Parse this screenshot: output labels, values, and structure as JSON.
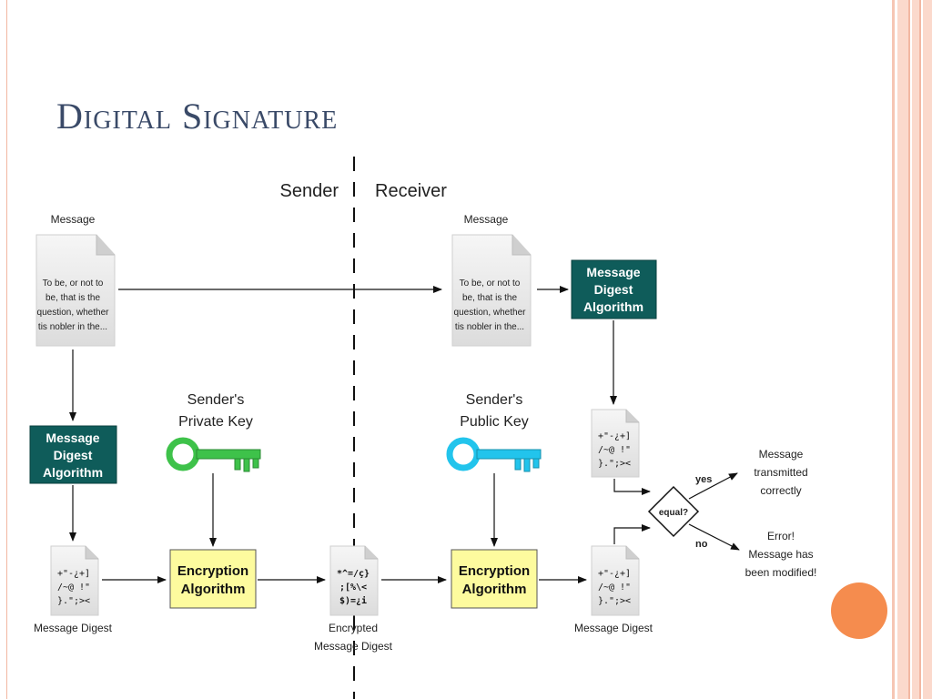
{
  "slide": {
    "title": "Digital Signature"
  },
  "diagram": {
    "sender_label": "Sender",
    "receiver_label": "Receiver",
    "sender_message": {
      "label": "Message",
      "lines": [
        "To be, or not to",
        "be, that is the",
        "question, whether",
        "tis nobler in the..."
      ]
    },
    "receiver_message": {
      "label": "Message",
      "lines": [
        "To be, or not to",
        "be, that is the",
        "question, whether",
        "tis nobler in the..."
      ]
    },
    "sender_mda": {
      "lines": [
        "Message",
        "Digest",
        "Algorithm"
      ]
    },
    "receiver_mda": {
      "lines": [
        "Message",
        "Digest",
        "Algorithm"
      ]
    },
    "private_key": {
      "lines": [
        "Sender's",
        "Private Key"
      ],
      "color": "#3ec24a"
    },
    "public_key": {
      "lines": [
        "Sender's",
        "Public Key"
      ],
      "color": "#22c4ec"
    },
    "sender_encrypt": {
      "lines": [
        "Encryption",
        "Algorithm"
      ]
    },
    "receiver_encrypt": {
      "lines": [
        "Encryption",
        "Algorithm"
      ]
    },
    "sender_digest": {
      "lines": [
        "+\"-¿+]",
        "/~@ !\"",
        "}.\";><"
      ],
      "caption": "Message Digest"
    },
    "encrypted_digest": {
      "lines": [
        "*^=/ç}",
        ";[%\\<",
        "$)=¿i"
      ],
      "caption_lines": [
        "Encrypted",
        "Message Digest"
      ]
    },
    "receiver_digest_top": {
      "lines": [
        "+\"-¿+]",
        "/~@ !\"",
        "}.\";><"
      ]
    },
    "receiver_digest_bottom": {
      "lines": [
        "+\"-¿+]",
        "/~@ !\"",
        "}.\";><"
      ],
      "caption": "Message Digest"
    },
    "decision": {
      "label": "equal?",
      "yes_label": "yes",
      "no_label": "no"
    },
    "outcome_yes": {
      "lines": [
        "Message",
        "transmitted",
        "correctly"
      ]
    },
    "outcome_no": {
      "lines": [
        "Error!",
        "Message has",
        "been modified!"
      ]
    }
  },
  "colors": {
    "title": "#3a4a68",
    "dark_box": "#0f5c5a",
    "yellow_box": "#fdfb9e",
    "accent_dot": "#f58c4e",
    "stripe_light": "#fbd9cc",
    "stripe_mid": "#f2b7a2"
  }
}
